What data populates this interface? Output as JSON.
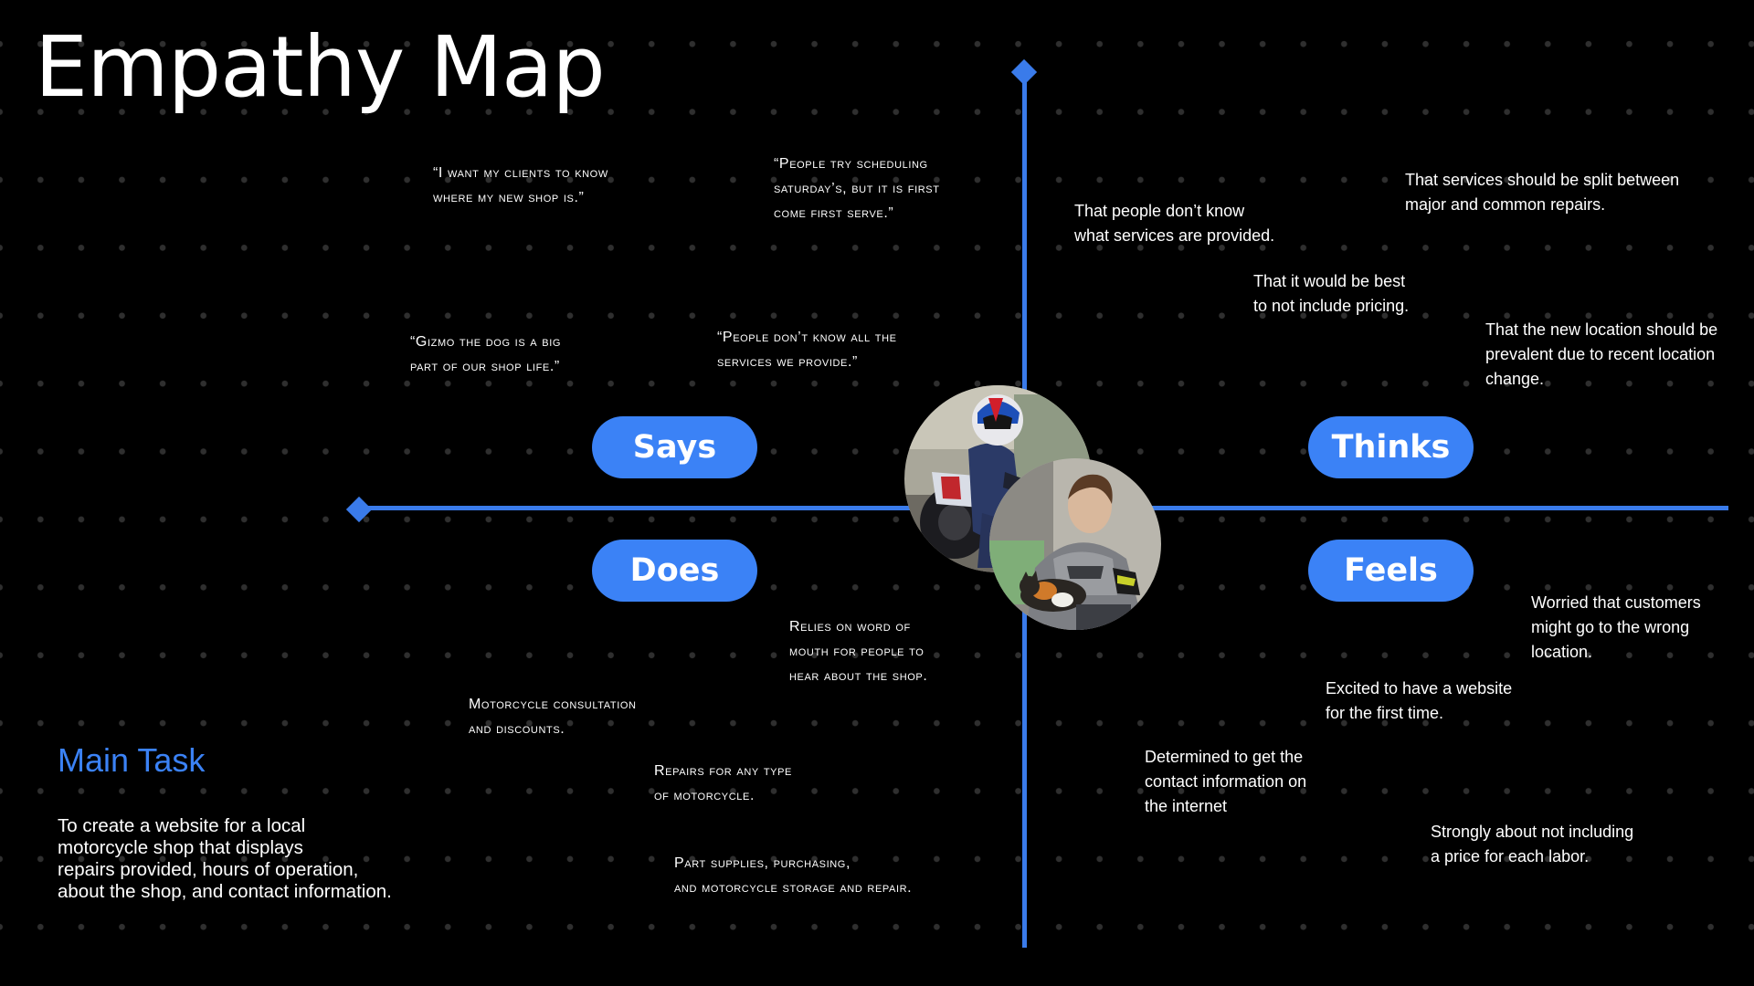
{
  "title": "Empathy Map",
  "colors": {
    "background": "#000000",
    "accent": "#3b82f6",
    "axis": "#3a7bea",
    "text": "#ffffff"
  },
  "quadrants": {
    "says": "Says",
    "thinks": "Thinks",
    "does": "Does",
    "feels": "Feels"
  },
  "notes": {
    "says": [
      "“I want my clients to know\nwhere my new shop is.”",
      "“People try scheduling\nsaturday’s, but it is first\ncome first serve.”",
      "“Gizmo the dog is a big\npart of our shop life.”",
      "“People don’t know all the\nservices we provide.”"
    ],
    "thinks": [
      "That people don’t know\nwhat services are provided.",
      "That services should be split between\nmajor and common repairs.",
      "That it would be best\nto not include pricing.",
      "That the new location should be\nprevalent due to recent location\nchange."
    ],
    "does": [
      "Relies on word of\nmouth for people to\nhear about the shop.",
      "Motorcycle consultation\nand discounts.",
      "Repairs for any type\nof motorcycle.",
      "Part supplies, purchasing,\nand motorcycle storage and repair."
    ],
    "feels": [
      "Worried that customers\nmight go to the wrong\nlocation.",
      "Excited to have a website\nfor the first time.",
      "Determined to get the\ncontact information on\nthe internet",
      "Strongly about not including\na price for each labor."
    ]
  },
  "main_task": {
    "heading": "Main Task",
    "body": "To create a website for a local\nmotorcycle shop that displays\nrepairs provided, hours of operation,\nabout the shop, and contact information."
  }
}
